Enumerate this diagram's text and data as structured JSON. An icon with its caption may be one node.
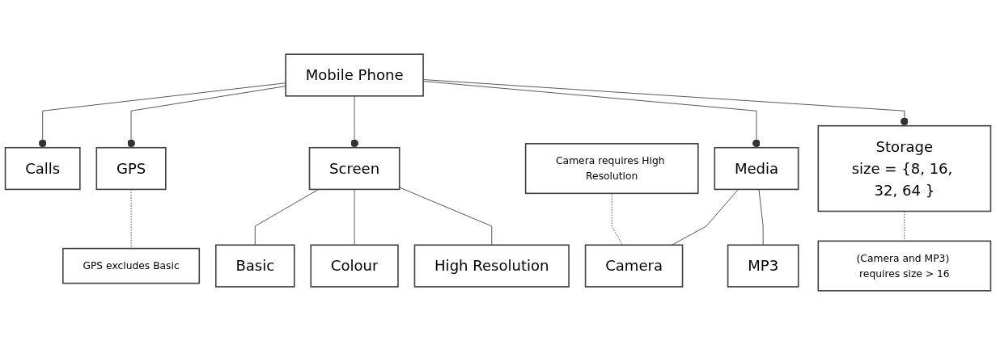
{
  "diagram": {
    "nodes": [
      {
        "text": [
          "Mobile Phone"
        ]
      },
      {
        "text": [
          "Calls"
        ]
      },
      {
        "text": [
          "GPS"
        ]
      },
      {
        "text": [
          "Screen"
        ]
      },
      {
        "text": [
          "Media"
        ]
      },
      {
        "text": [
          "Storage",
          "size = {8, 16, 32, 64 }"
        ]
      },
      {
        "text": [
          "GPS excludes Basic"
        ]
      },
      {
        "text": [
          "Camera requires High Resolution"
        ]
      },
      {
        "text": [
          "Basic"
        ]
      },
      {
        "text": [
          "Colour"
        ]
      },
      {
        "text": [
          "High Resolution"
        ]
      },
      {
        "text": [
          "Camera"
        ]
      },
      {
        "text": [
          "MP3"
        ]
      },
      {
        "text": [
          "(Camera and MP3) requires size > 16"
        ]
      }
    ],
    "edges": [
      {
        "from": 0,
        "to": 1,
        "arrow": "other"
      },
      {
        "from": 0,
        "to": 2,
        "arrow": "other"
      },
      {
        "from": 0,
        "to": 3,
        "arrow": "other"
      },
      {
        "from": 0,
        "to": 4,
        "arrow": "other"
      },
      {
        "from": 0,
        "to": 5,
        "arrow": "other"
      },
      {
        "from": 3,
        "to": 8,
        "arrow": "none"
      },
      {
        "from": 3,
        "to": 9,
        "arrow": "none"
      },
      {
        "from": 3,
        "to": 10,
        "arrow": "none"
      },
      {
        "from": 4,
        "to": 11,
        "arrow": "none"
      },
      {
        "from": 4,
        "to": 12,
        "arrow": "none"
      },
      {
        "from": 2,
        "to": 6,
        "arrow": "none",
        "style": "dashed"
      },
      {
        "from": 7,
        "to": 11,
        "arrow": "none",
        "style": "dashed"
      },
      {
        "from": 5,
        "to": 13,
        "arrow": "none",
        "style": "dashed"
      }
    ]
  }
}
